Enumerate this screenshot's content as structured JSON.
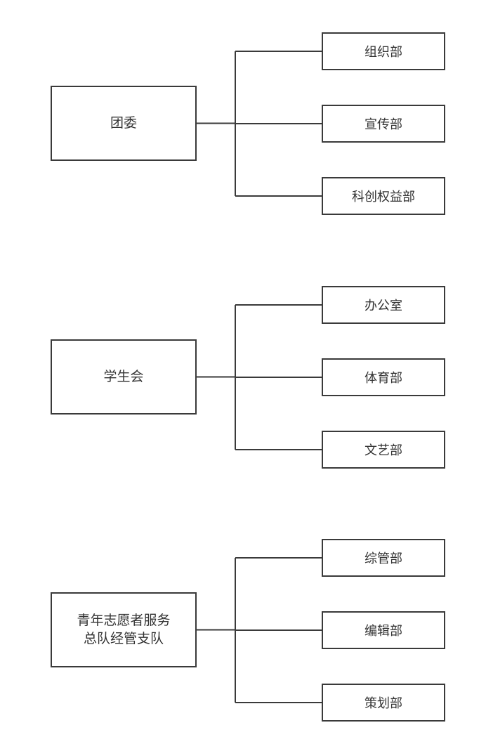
{
  "groups": [
    {
      "parent": {
        "lines": [
          "团委"
        ]
      },
      "children": [
        "组织部",
        "宣传部",
        "科创权益部"
      ]
    },
    {
      "parent": {
        "lines": [
          "学生会"
        ]
      },
      "children": [
        "办公室",
        "体育部",
        "文艺部"
      ]
    },
    {
      "parent": {
        "lines": [
          "青年志愿者服务",
          "总队经管支队"
        ]
      },
      "children": [
        "综管部",
        "编辑部",
        "策划部"
      ]
    }
  ],
  "colors": {
    "stroke": "#3a3a3a",
    "text": "#333333",
    "background": "#ffffff"
  }
}
